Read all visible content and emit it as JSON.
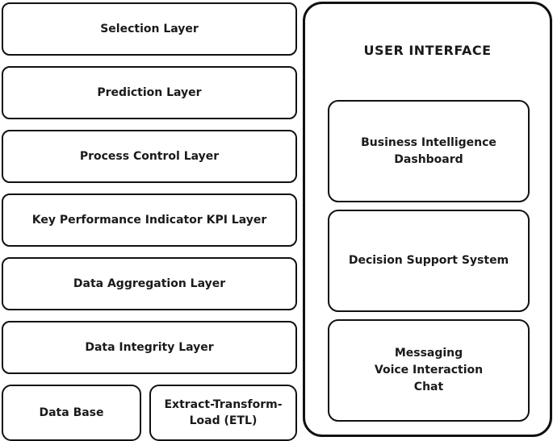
{
  "left_stack": [
    "Selection Layer",
    "Prediction Layer",
    "Process Control Layer",
    "Key Performance Indicator KPI Layer",
    "Data Aggregation Layer",
    "Data Integrity Layer"
  ],
  "bottom_row": {
    "database": "Data Base",
    "etl": [
      "Extract-Transform-",
      "Load (ETL)"
    ]
  },
  "right_panel": {
    "title": "USER INTERFACE",
    "boxes": [
      [
        "Business Intelligence",
        "Dashboard"
      ],
      [
        "Decision Support System"
      ],
      [
        "Messaging",
        "Voice Interaction",
        "Chat"
      ]
    ]
  },
  "colors": {
    "background": "#ffffff",
    "border": "#111111",
    "text": "#1a1a1a"
  }
}
